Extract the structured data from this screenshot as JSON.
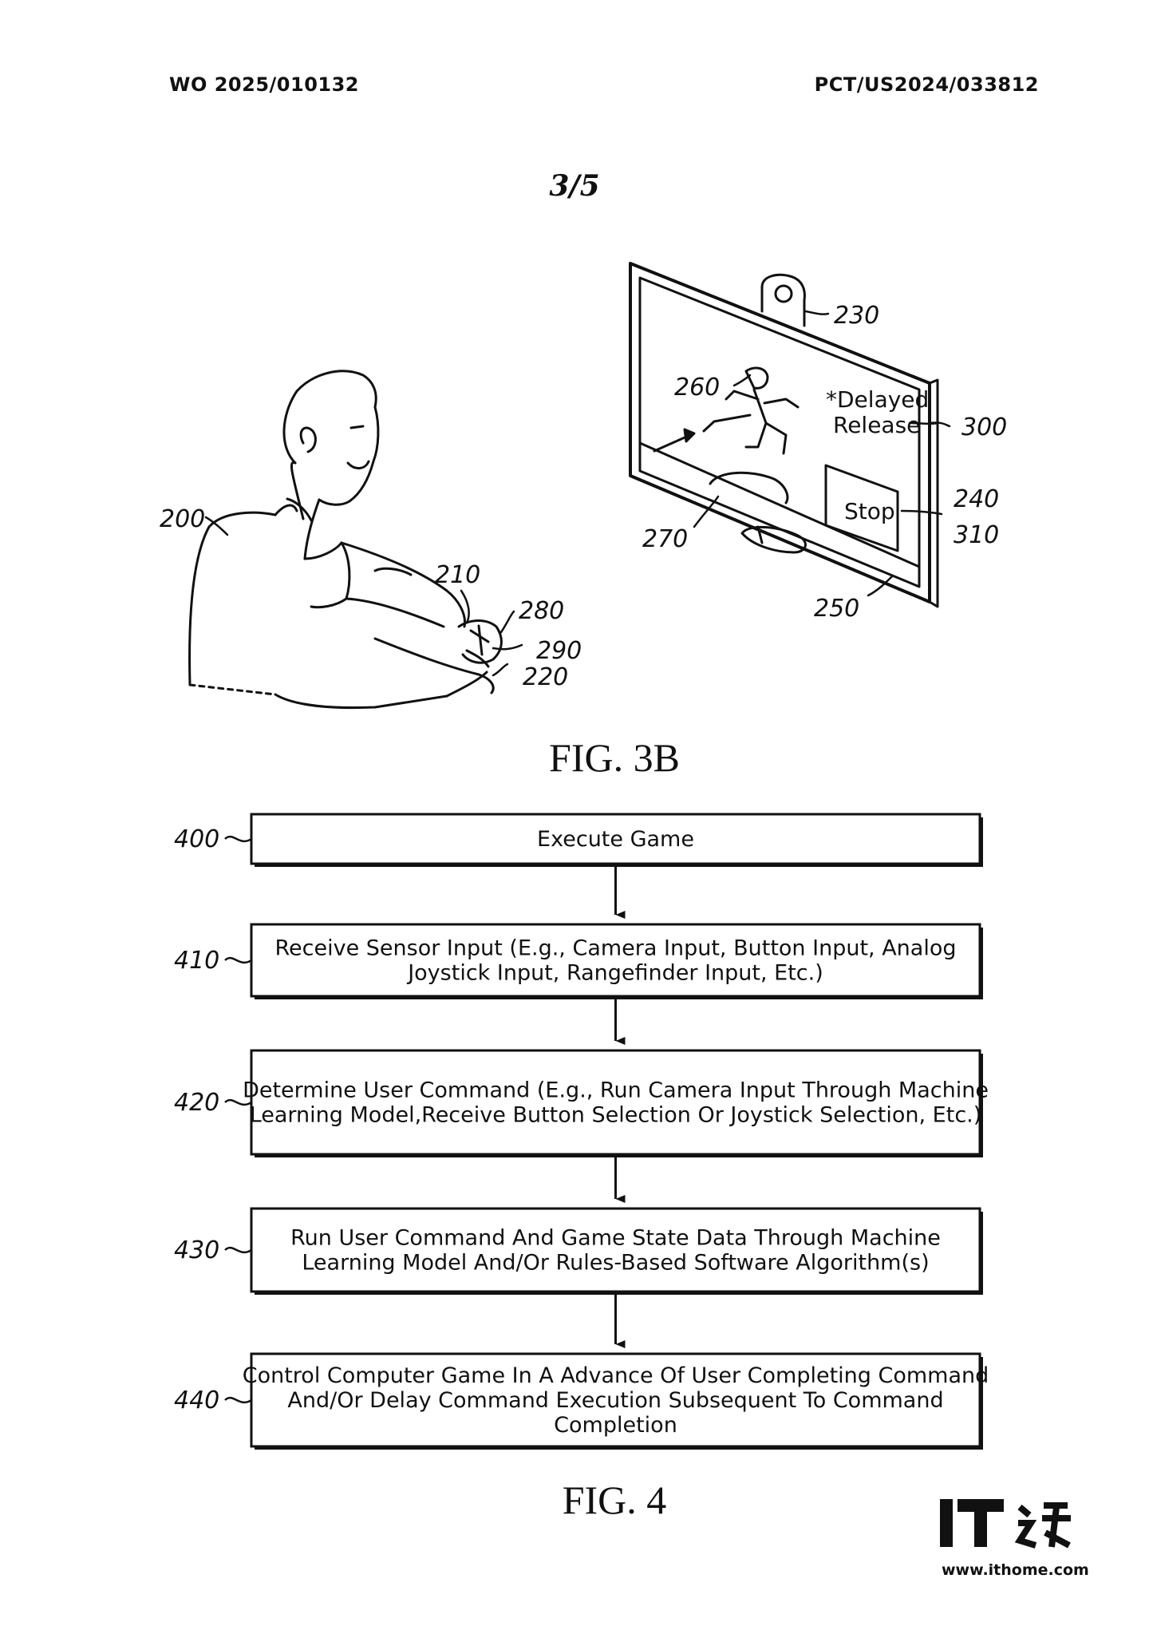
{
  "header": {
    "left": "WO 2025/010132",
    "right": "PCT/US2024/033812"
  },
  "sheet": "3/5",
  "fig3b": {
    "caption": "FIG. 3B",
    "refs": [
      "200",
      "210",
      "220",
      "230",
      "240",
      "250",
      "260",
      "270",
      "280",
      "290",
      "300",
      "310"
    ],
    "screen_text": {
      "delayed_line1": "*Delayed",
      "delayed_line2": "Release",
      "stop": "Stop"
    }
  },
  "fig4": {
    "caption": "FIG. 4",
    "steps": [
      {
        "ref": "400",
        "lines": [
          "Execute Game"
        ]
      },
      {
        "ref": "410",
        "lines": [
          "Receive Sensor Input (E.g., Camera Input, Button Input, Analog",
          "Joystick Input, Rangefinder Input, Etc.)"
        ]
      },
      {
        "ref": "420",
        "lines": [
          "Determine User Command (E.g., Run Camera Input Through Machine",
          "Learning Model,Receive Button Selection Or Joystick Selection, Etc.)"
        ]
      },
      {
        "ref": "430",
        "lines": [
          "Run User Command And Game State Data Through Machine",
          "Learning Model And/Or Rules-Based Software Algorithm(s)"
        ]
      },
      {
        "ref": "440",
        "lines": [
          "Control Computer Game In A Advance Of User Completing Command",
          "And/Or Delay Command Execution Subsequent To Command",
          "Completion"
        ]
      }
    ]
  },
  "watermark": {
    "logo": "IT之家",
    "url": "www.ithome.com"
  }
}
